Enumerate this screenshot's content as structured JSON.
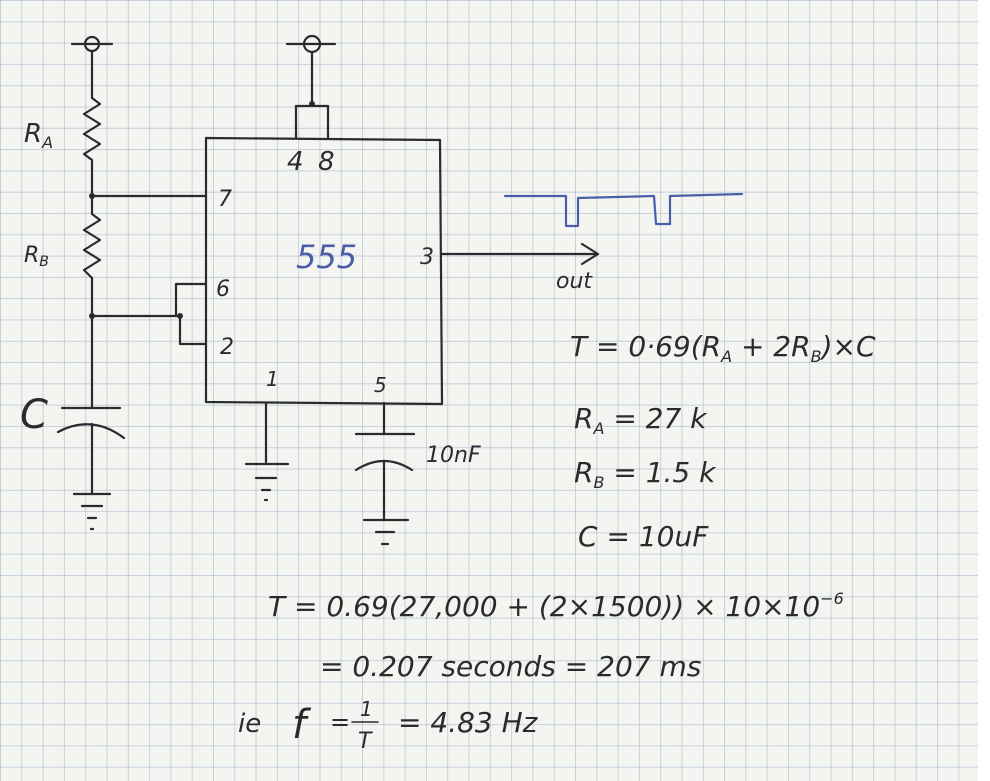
{
  "labels": {
    "pin_top_left": "4",
    "pin_top_right": "8",
    "chip": "555",
    "pin7": "7",
    "pin6": "6",
    "pin2": "2",
    "pin3": "3",
    "pin1": "1",
    "pin5": "5",
    "out": "out",
    "ra": "R",
    "ra_sub": "A",
    "rb": "R",
    "rb_sub": "B",
    "cap": "C",
    "cap5": "10nF"
  },
  "equations": {
    "period_formula": "T = 0·69(R",
    "period_formula_sub1": "A",
    "period_formula_mid": " + 2R",
    "period_formula_sub2": "B",
    "period_formula_end": ")×C",
    "ra_value": "R",
    "ra_value_sub": "A",
    "ra_value_rest": " = 27 k",
    "rb_value": "R",
    "rb_value_sub": "B",
    "rb_value_rest": " = 1.5 k",
    "c_value": "C = 10uF",
    "calc_line1": "T = 0.69(27,000 + (2×1500)) × 10×10",
    "calc_line1_exp": "−6",
    "calc_line2": "= 0.207 seconds = 207 ms",
    "calc_line3_prefix": "ie",
    "calc_line3_f": "f",
    "calc_line3_eq": "=",
    "calc_line3_num": "1",
    "calc_line3_den": "T",
    "calc_line3_rest": "= 4.83 Hz"
  }
}
